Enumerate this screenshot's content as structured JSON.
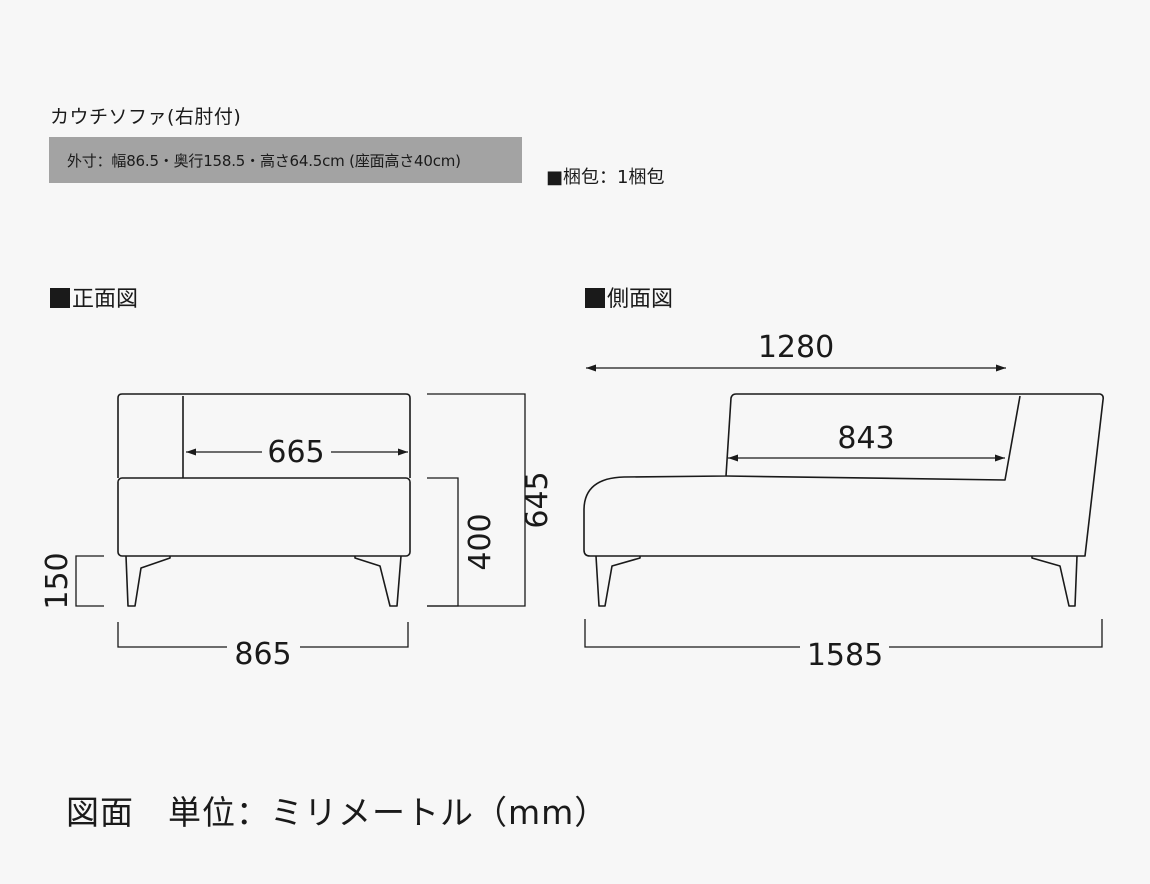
{
  "title": "カウチソファ(右肘付)",
  "spec": "外寸：幅86.5・奥行158.5・高さ64.5cm (座面高さ40cm)",
  "packing": "■梱包：1梱包",
  "front_view": {
    "label": "正面図",
    "dims": {
      "inner_width": "665",
      "total_width": "865",
      "leg_height": "150",
      "seat_height": "400",
      "total_height": "645"
    }
  },
  "side_view": {
    "label": "側面図",
    "dims": {
      "back_length": "1280",
      "seat_depth": "843",
      "total_length": "1585"
    }
  },
  "footer": "図面　単位：ミリメートル（mm）"
}
